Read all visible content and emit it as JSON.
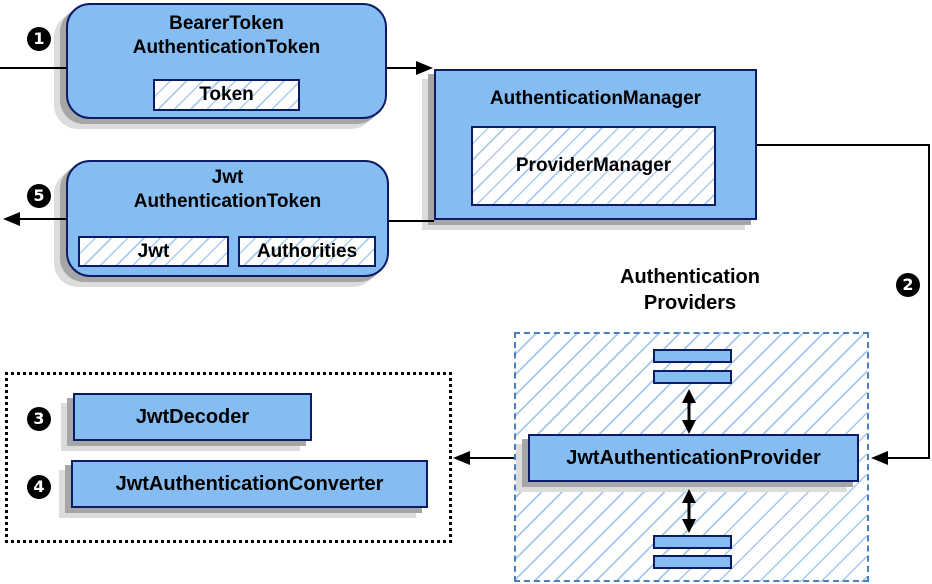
{
  "badges": {
    "step1": "1",
    "step2": "2",
    "step3": "3",
    "step4": "4",
    "step5": "5"
  },
  "bearer_box": {
    "title_line1": "BearerToken",
    "title_line2": "AuthenticationToken",
    "chip": "Token"
  },
  "manager_box": {
    "title": "AuthenticationManager",
    "chip": "ProviderManager"
  },
  "jwt_box": {
    "title_line1": "Jwt",
    "title_line2": "AuthenticationToken",
    "chip_jwt": "Jwt",
    "chip_authorities": "Authorities"
  },
  "providers": {
    "label_line1": "Authentication",
    "label_line2": "Providers",
    "provider_label": "JwtAuthenticationProvider"
  },
  "decoder_box": {
    "label": "JwtDecoder"
  },
  "converter_box": {
    "label": "JwtAuthenticationConverter"
  },
  "colors": {
    "box_fill": "#85BDF2",
    "box_border": "#0D1A66",
    "hatch_line": "#A5C8EE",
    "hatch_line_dense": "#AACBF0",
    "dashed_border": "#4A7EC0",
    "shadow_dark": "#A6A6A6",
    "shadow_light": "#DCDCDC",
    "arrow": "#000000",
    "badge_bg": "#000000",
    "badge_text": "#FFFFFF",
    "text": "#000000"
  }
}
